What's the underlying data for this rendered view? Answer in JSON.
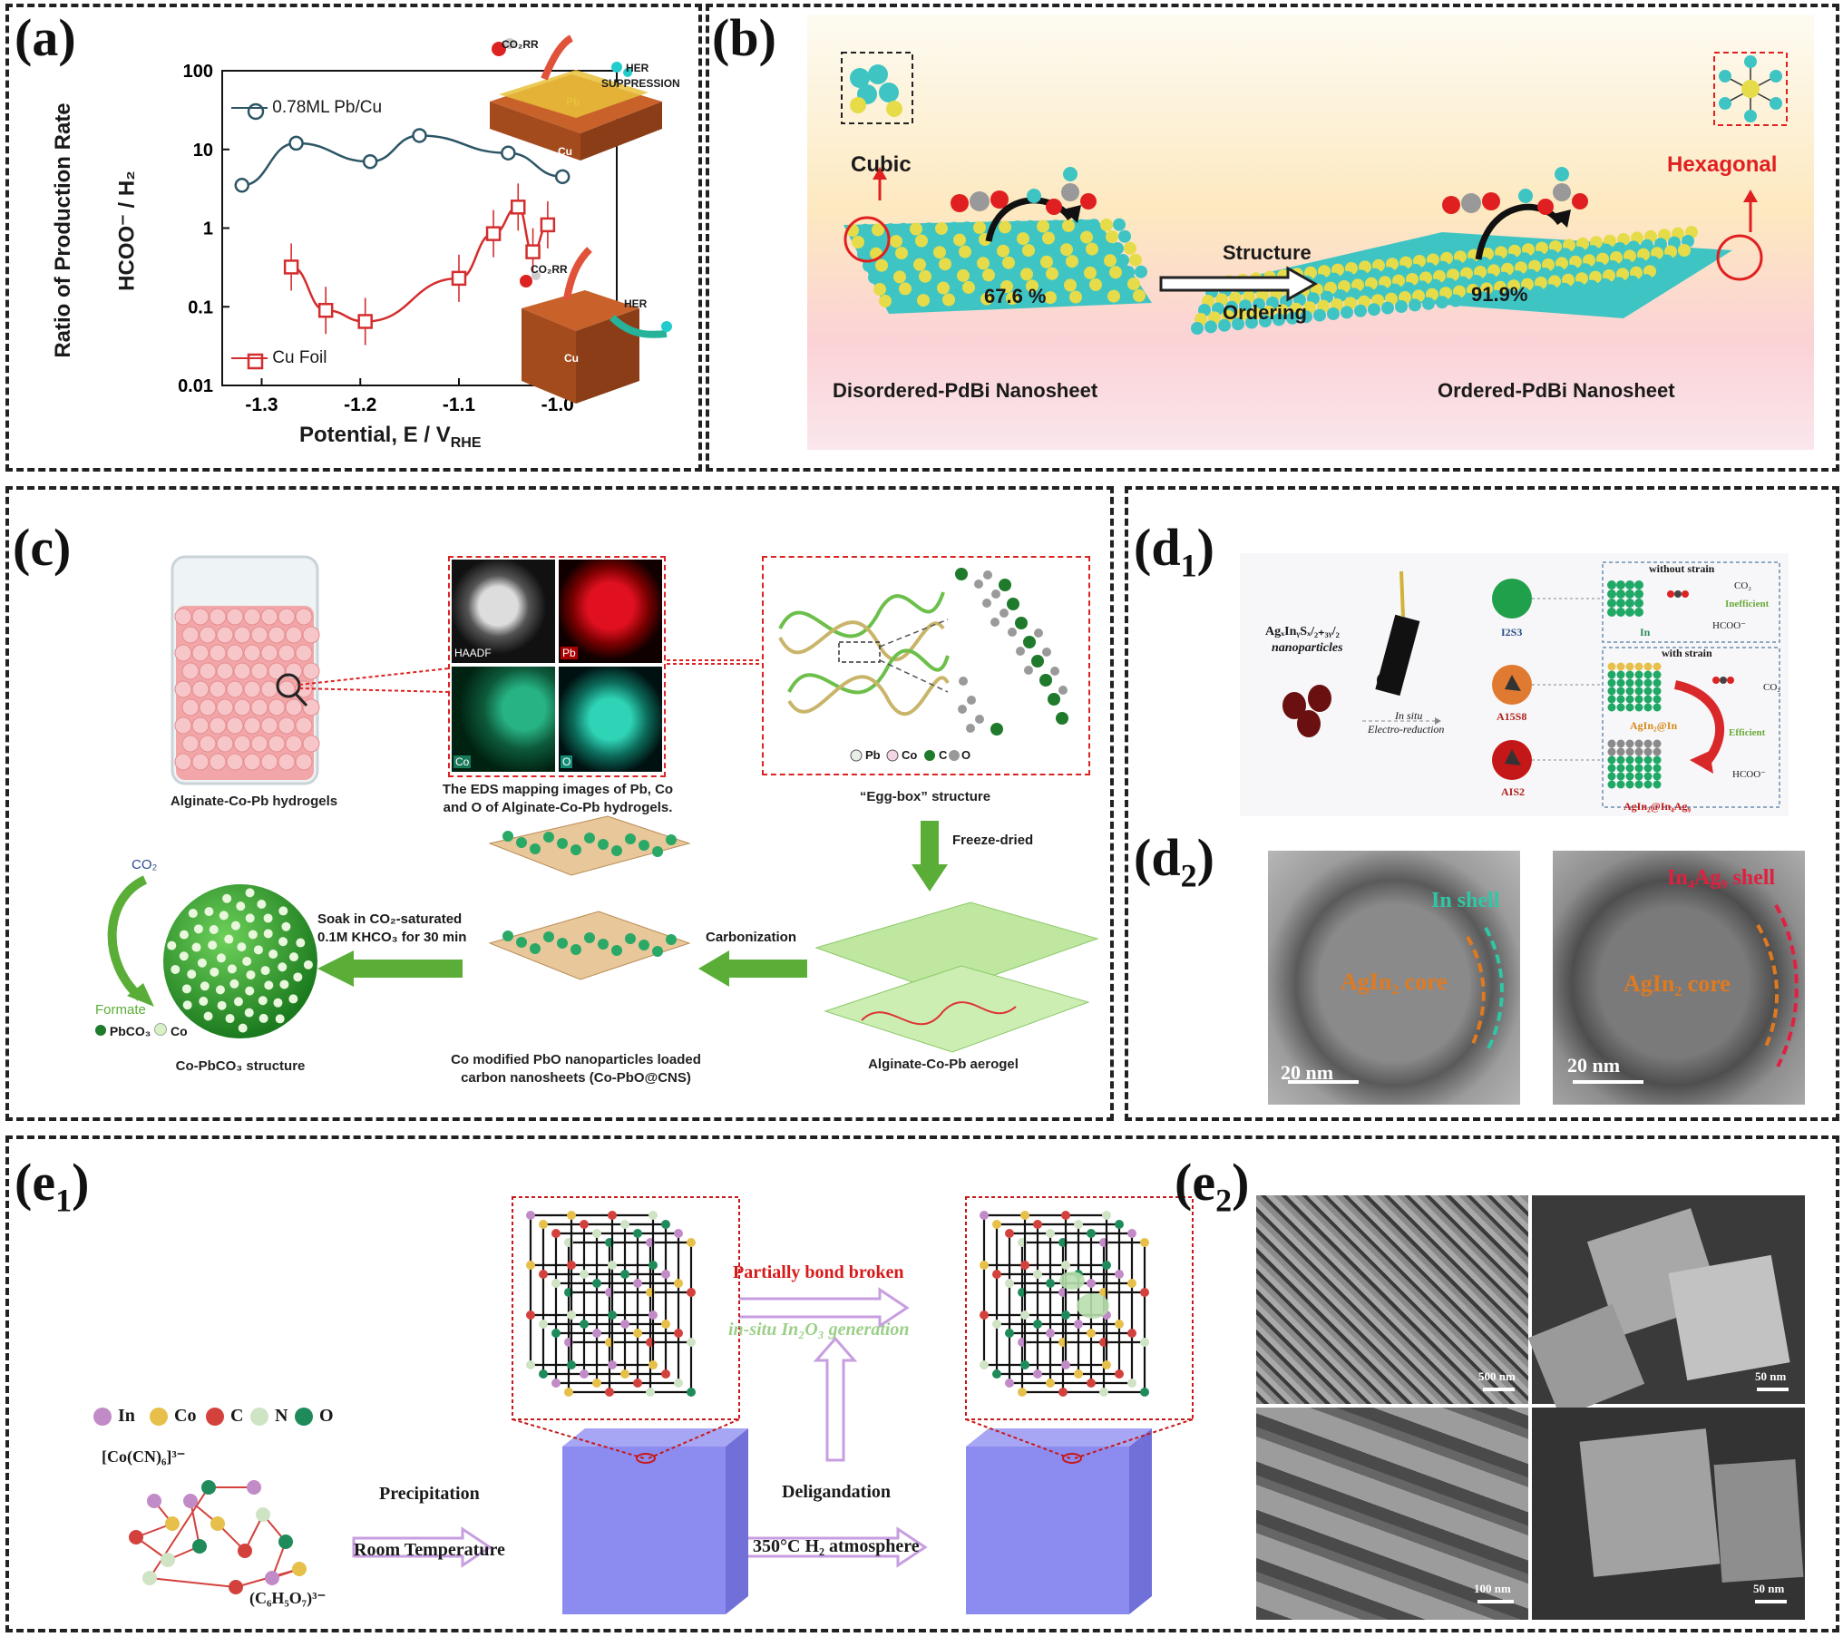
{
  "labels": {
    "a": "(a)",
    "b": "(b)",
    "c": "(c)",
    "d1_main": "(d",
    "d1_sub": "1",
    "d1_close": ")",
    "d2_main": "(d",
    "d2_sub": "2",
    "d2_close": ")",
    "e1_main": "(e",
    "e1_sub": "1",
    "e1_close": ")",
    "e2_main": "(e",
    "e2_sub": "2",
    "e2_close": ")"
  },
  "panel_a": {
    "ylabel_main": "Ratio of Production Rate",
    "ylabel_ratio": "HCOO⁻ / H₂",
    "xlabel": "Potential, E / V",
    "xlabel_sub": "RHE",
    "inset_top": {
      "co2rr": "CO₂RR",
      "her": "HER",
      "suppression": "SUPPRESSION",
      "pb": "Pb",
      "cu": "Cu"
    },
    "inset_bottom": {
      "co2rr": "CO₂RR",
      "her": "HER",
      "cu": "Cu"
    }
  },
  "chart_data": {
    "type": "scatter",
    "xlabel": "Potential, E / V RHE",
    "ylabel": "Ratio of Production Rate HCOO⁻ / H₂",
    "xlim": [
      -1.34,
      -0.94
    ],
    "ylim": [
      0.01,
      100
    ],
    "yscale": "log",
    "xticks": [
      "-1.3",
      "-1.2",
      "-1.1",
      "-1.0"
    ],
    "yticks": [
      "0.01",
      "0.1",
      "1",
      "10",
      "100"
    ],
    "series": [
      {
        "name": "0.78ML Pb/Cu",
        "marker": "circle",
        "color": "#2c5566",
        "x": [
          -1.32,
          -1.265,
          -1.19,
          -1.14,
          -1.05,
          -0.995
        ],
        "y": [
          3.5,
          12,
          7,
          15,
          9,
          4.5
        ]
      },
      {
        "name": "Cu Foil",
        "marker": "square",
        "color": "#d42d2d",
        "x": [
          -1.27,
          -1.235,
          -1.195,
          -1.1,
          -1.065,
          -1.04,
          -1.025,
          -1.01
        ],
        "y": [
          0.32,
          0.09,
          0.065,
          0.23,
          0.85,
          1.85,
          0.5,
          1.1
        ]
      }
    ]
  },
  "panel_b": {
    "cubic": "Cubic",
    "hexagonal": "Hexagonal",
    "pct_left": "67.6 %",
    "pct_right": "91.9%",
    "arrow_top": "Structure",
    "arrow_bottom": "Ordering",
    "left_caption": "Disordered-PdBi Nanosheet",
    "right_caption": "Ordered-PdBi Nanosheet"
  },
  "panel_c": {
    "hydrogel_caption": "Alginate-Co-Pb hydrogels",
    "eds_labels": [
      "HAADF",
      "Pb",
      "Co",
      "O"
    ],
    "eds_caption_1": "The EDS mapping images of Pb, Co",
    "eds_caption_2": "and O of Alginate-Co-Pb hydrogels.",
    "eggbox_legend": [
      "Pb",
      "Co",
      "C",
      "O"
    ],
    "eggbox_caption": "“Egg-box” structure",
    "freeze": "Freeze-dried",
    "carbonization": "Carbonization",
    "aerogel_caption": "Alginate-Co-Pb aerogel",
    "cns_caption_1": "Co modified PbO nanoparticles loaded",
    "cns_caption_2": "carbon nanosheets (Co-PbO@CNS)",
    "soak_1": "Soak in CO₂-saturated",
    "soak_2": "0.1M KHCO₃ for 30 min",
    "co2": "CO₂",
    "formate": "Formate",
    "pbco3_legend": "PbCO₃",
    "co_legend": "Co",
    "structure_caption": "Co-PbCO₃ structure"
  },
  "panel_d1": {
    "precursor_1": "AgₓInᵧSₓ/₂₊₃ᵧ/₂",
    "precursor_2": "nanoparticles",
    "insitu_1": "In situ",
    "insitu_2": "Electro-reduction",
    "samples": [
      "I2S3",
      "A15S8",
      "AIS2"
    ],
    "without_strain": "without strain",
    "with_strain": "with strain",
    "co2": "CO₂",
    "inefficient": "Inefficient",
    "efficient": "Efficient",
    "hcoo": "HCOO⁻",
    "in_label": "In",
    "agin2_in": "AgIn₂@In",
    "agin2_in4ag9": "AgIn₂@In₄Ag₉"
  },
  "panel_d2": {
    "left_shell": "In shell",
    "left_core": "AgIn₂ core",
    "right_shell": "In₄Ag₉ shell",
    "right_core": "AgIn₂ core",
    "scale": "20 nm"
  },
  "panel_e1": {
    "legend": [
      "In",
      "Co",
      "C",
      "N",
      "O"
    ],
    "cocn": "[Co(CN)₆]³⁻",
    "citrate": "(C₆H₅O₇)³⁻",
    "precipitation": "Precipitation",
    "room_temp": "Room Temperature",
    "partially": "Partially bond broken",
    "insitu_gen": "in-situ In₂O₃ generation",
    "deligandation": "Deligandation",
    "atmosphere": "350°C H₂ atmosphere"
  },
  "panel_e2": {
    "scales": [
      "500 nm",
      "50 nm",
      "100 nm",
      "50 nm"
    ]
  },
  "colors": {
    "pb_cu": "#2c5566",
    "cu_foil": "#d42d2d",
    "cyan_atom": "#3fc4c4",
    "yellow_atom": "#e6dc4a",
    "hexagonal_red": "#e02020",
    "green_arrow": "#5aae38",
    "lavender_arrow": "#c79ee0",
    "cube_blue": "#8c8cf0"
  }
}
